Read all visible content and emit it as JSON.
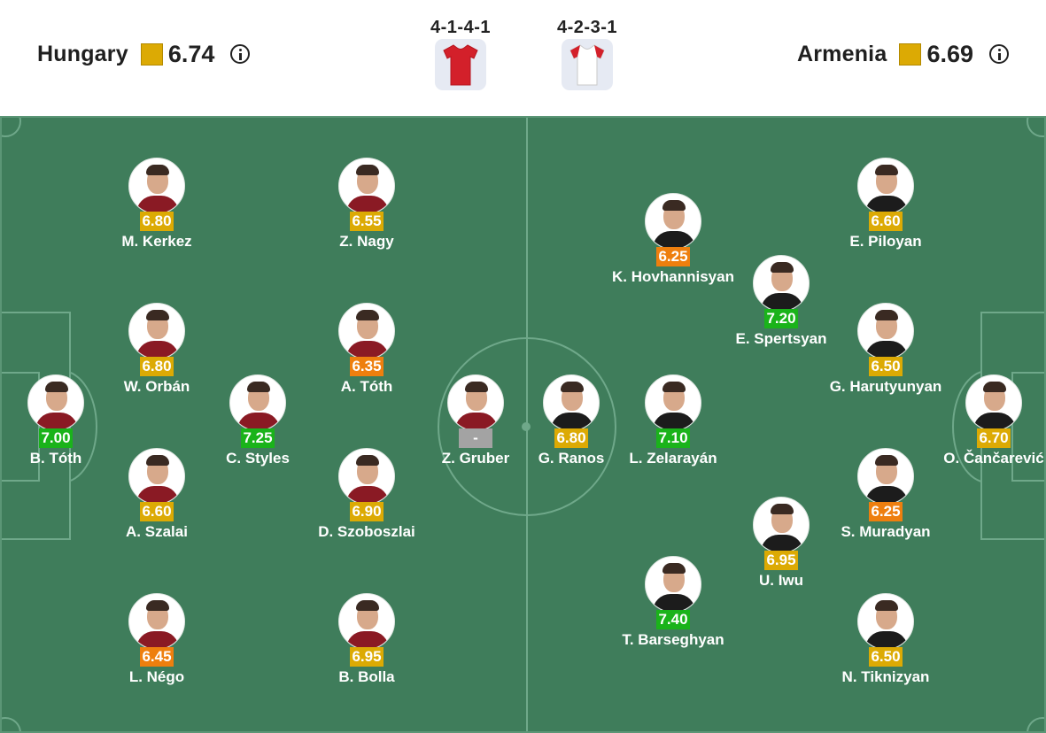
{
  "home": {
    "name": "Hungary",
    "rating": "6.74",
    "formation": "4-1-4-1",
    "kit_color": "#d3202a"
  },
  "away": {
    "name": "Armenia",
    "rating": "6.69",
    "formation": "4-2-3-1",
    "kit_color": "#ffffff"
  },
  "colors": {
    "pitch": "#3f7d5b",
    "lines": "#6fa88a",
    "rating_yellow": "#dcaa04",
    "rating_orange": "#ee7f0e",
    "rating_green": "#1ab31a",
    "rating_none": "#a3a3a3"
  },
  "players": [
    {
      "name": "B. Tóth",
      "rating": "7.00",
      "tier": "green",
      "team": "home"
    },
    {
      "name": "M. Kerkez",
      "rating": "6.80",
      "tier": "yellow",
      "team": "home"
    },
    {
      "name": "W. Orbán",
      "rating": "6.80",
      "tier": "yellow",
      "team": "home"
    },
    {
      "name": "A. Szalai",
      "rating": "6.60",
      "tier": "yellow",
      "team": "home"
    },
    {
      "name": "L. Négo",
      "rating": "6.45",
      "tier": "orange",
      "team": "home"
    },
    {
      "name": "C. Styles",
      "rating": "7.25",
      "tier": "green",
      "team": "home"
    },
    {
      "name": "Z. Nagy",
      "rating": "6.55",
      "tier": "yellow",
      "team": "home"
    },
    {
      "name": "A. Tóth",
      "rating": "6.35",
      "tier": "orange",
      "team": "home"
    },
    {
      "name": "D. Szoboszlai",
      "rating": "6.90",
      "tier": "yellow",
      "team": "home"
    },
    {
      "name": "B. Bolla",
      "rating": "6.95",
      "tier": "yellow",
      "team": "home"
    },
    {
      "name": "Z. Gruber",
      "rating": "-",
      "tier": "none",
      "team": "home"
    },
    {
      "name": "G. Ranos",
      "rating": "6.80",
      "tier": "yellow",
      "team": "away"
    },
    {
      "name": "K. Hovhannisyan",
      "rating": "6.25",
      "tier": "orange",
      "team": "away"
    },
    {
      "name": "L. Zelarayán",
      "rating": "7.10",
      "tier": "green",
      "team": "away"
    },
    {
      "name": "T. Barseghyan",
      "rating": "7.40",
      "tier": "green",
      "team": "away"
    },
    {
      "name": "E. Spertsyan",
      "rating": "7.20",
      "tier": "green",
      "team": "away"
    },
    {
      "name": "U. Iwu",
      "rating": "6.95",
      "tier": "yellow",
      "team": "away"
    },
    {
      "name": "E. Piloyan",
      "rating": "6.60",
      "tier": "yellow",
      "team": "away"
    },
    {
      "name": "G. Harutyunyan",
      "rating": "6.50",
      "tier": "yellow",
      "team": "away"
    },
    {
      "name": "S. Muradyan",
      "rating": "6.25",
      "tier": "orange",
      "team": "away"
    },
    {
      "name": "N. Tiknizyan",
      "rating": "6.50",
      "tier": "yellow",
      "team": "away"
    },
    {
      "name": "O. Čančarević",
      "rating": "6.70",
      "tier": "yellow",
      "team": "away"
    }
  ]
}
